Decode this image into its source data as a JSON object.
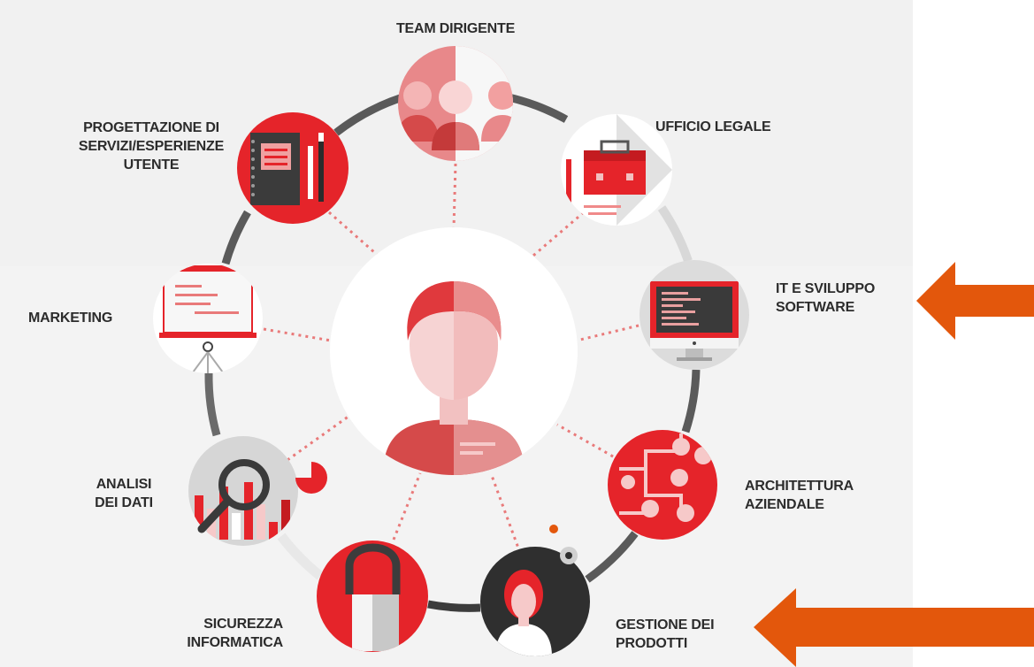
{
  "center": {
    "icon": "user-avatar-icon"
  },
  "nodes": [
    {
      "id": "team-dirigente",
      "lines": [
        "TEAM DIRIGENTE"
      ],
      "icon": "team-icon"
    },
    {
      "id": "ufficio-legale",
      "lines": [
        "UFFICIO LEGALE"
      ],
      "icon": "briefcase-icon"
    },
    {
      "id": "it-sviluppo-software",
      "lines": [
        "IT E SVILUPPO",
        "SOFTWARE"
      ],
      "icon": "monitor-code-icon"
    },
    {
      "id": "architettura-aziendale",
      "lines": [
        "ARCHITETTURA",
        "AZIENDALE"
      ],
      "icon": "network-nodes-icon"
    },
    {
      "id": "gestione-dei-prodotti",
      "lines": [
        "GESTIONE DEI",
        "PRODOTTI"
      ],
      "icon": "person-gear-icon"
    },
    {
      "id": "sicurezza-informatica",
      "lines": [
        "SICUREZZA",
        "INFORMATICA"
      ],
      "icon": "padlock-icon"
    },
    {
      "id": "analisi-dei-dati",
      "lines": [
        "ANALISI",
        "DEI DATI"
      ],
      "icon": "magnifier-chart-icon"
    },
    {
      "id": "marketing",
      "lines": [
        "MARKETING"
      ],
      "icon": "presentation-board-icon"
    },
    {
      "id": "progettazione-servizi",
      "lines": [
        "PROGETTAZIONE DI",
        "SERVIZI/ESPERIENZE",
        "UTENTE"
      ],
      "icon": "notebook-pens-icon"
    }
  ],
  "colors": {
    "red": "#e5242a",
    "pink": "#f0a0a0",
    "light_pink": "#f6c9c9",
    "dark": "#3b3b3b",
    "ring": "#6a6a6a",
    "arrow": "#e3570c",
    "background": "#f1f1f1"
  },
  "arrows": [
    {
      "target": "it-sviluppo-software",
      "direction": "left"
    },
    {
      "target": "gestione-dei-prodotti",
      "direction": "left"
    }
  ]
}
